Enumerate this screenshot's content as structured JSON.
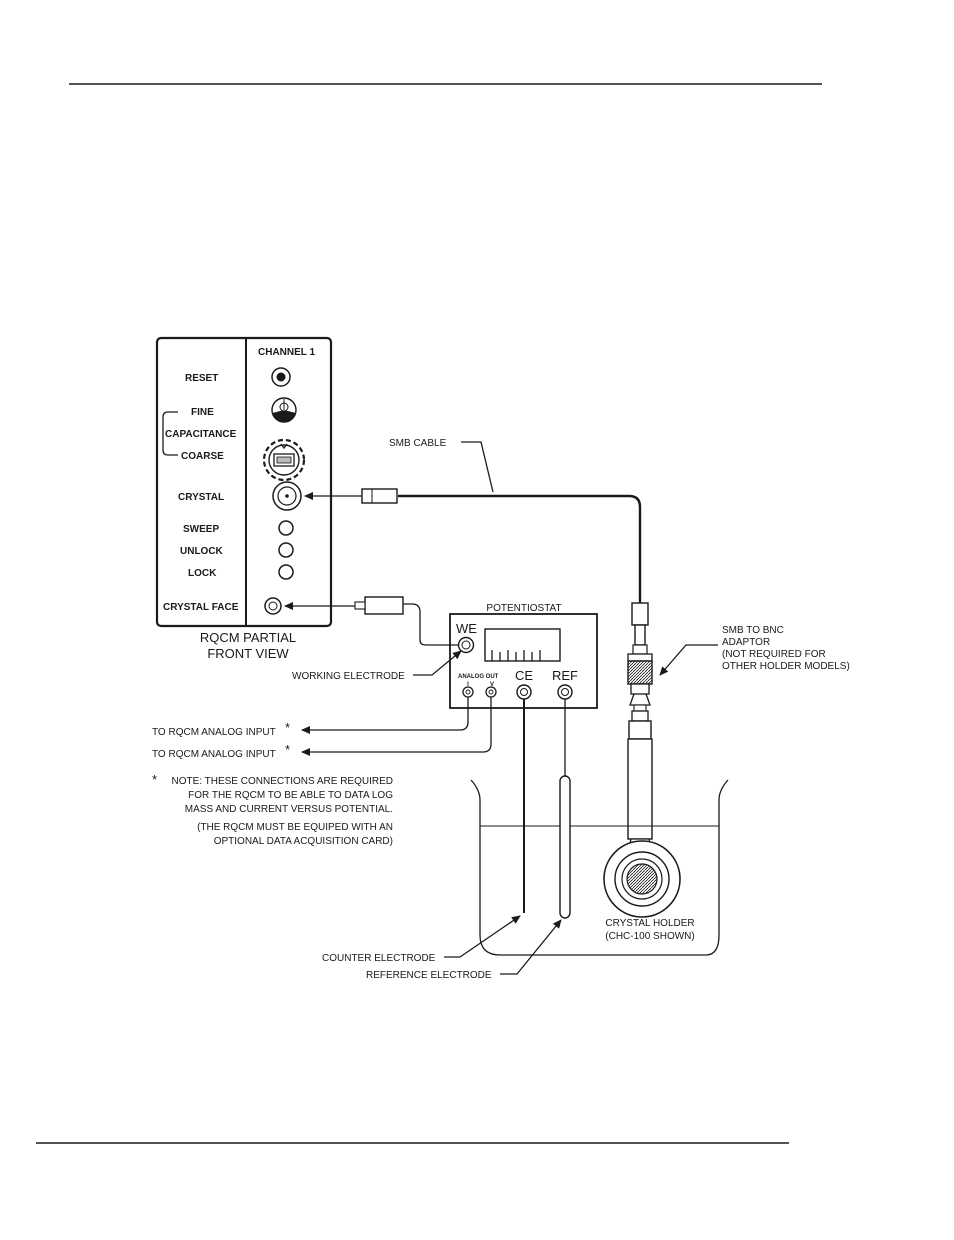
{
  "front_panel": {
    "heading": "CHANNEL 1",
    "reset": "RESET",
    "fine": "FINE",
    "capacitance": "CAPACITANCE",
    "coarse": "COARSE",
    "crystal": "CRYSTAL",
    "sweep": "SWEEP",
    "unlock": "UNLOCK",
    "lock": "LOCK",
    "crystal_face": "CRYSTAL FACE",
    "caption_line1": "RQCM PARTIAL",
    "caption_line2": "FRONT VIEW"
  },
  "smb_cable": "SMB CABLE",
  "potentiostat": {
    "title": "POTENTIOSTAT",
    "we": "WE",
    "analog_out": "ANALOG OUT",
    "i": "I",
    "v": "V",
    "ce": "CE",
    "ref": "REF"
  },
  "working_electrode": "WORKING ELECTRODE",
  "analog_input_1": "TO RQCM ANALOG INPUT",
  "analog_input_2": "TO RQCM ANALOG INPUT",
  "asterisk": "*",
  "note": {
    "line1": "NOTE: THESE CONNECTIONS ARE REQUIRED",
    "line2": "FOR THE RQCM TO BE ABLE TO DATA LOG",
    "line3": "MASS AND CURRENT VERSUS POTENTIAL.",
    "line4": "(THE RQCM MUST BE EQUIPED WITH AN",
    "line5": "OPTIONAL DATA ACQUISITION CARD)"
  },
  "adaptor": {
    "line1": "SMB TO BNC",
    "line2": "ADAPTOR",
    "line3": "(NOT REQUIRED FOR",
    "line4": "OTHER HOLDER MODELS)"
  },
  "crystal_holder": {
    "line1": "CRYSTAL HOLDER",
    "line2": "(CHC-100 SHOWN)"
  },
  "counter_electrode": "COUNTER ELECTRODE",
  "reference_electrode": "REFERENCE ELECTRODE"
}
